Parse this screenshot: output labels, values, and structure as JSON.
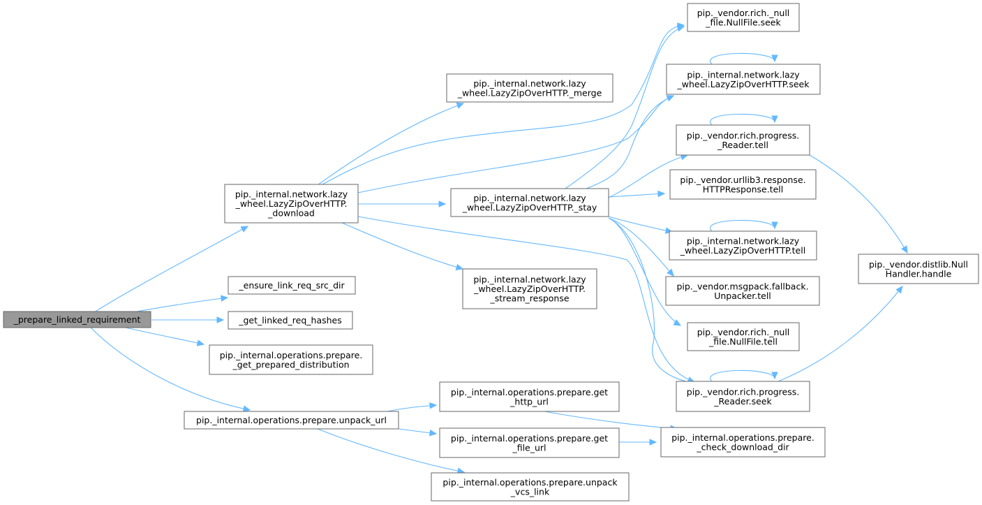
{
  "nodes": {
    "prepare_linked": {
      "lines": [
        "_prepare_linked_requirement"
      ],
      "root": true
    },
    "download": {
      "lines": [
        "pip._internal.network.lazy",
        "_wheel.LazyZipOverHTTP.",
        "_download"
      ]
    },
    "ensure_dir": {
      "lines": [
        "_ensure_link_req_src_dir"
      ]
    },
    "get_hashes": {
      "lines": [
        "_get_linked_req_hashes"
      ]
    },
    "get_prepared": {
      "lines": [
        "pip._internal.operations.prepare.",
        "_get_prepared_distribution"
      ]
    },
    "unpack_url": {
      "lines": [
        "pip._internal.operations.prepare.unpack_url"
      ]
    },
    "merge": {
      "lines": [
        "pip._internal.network.lazy",
        "_wheel.LazyZipOverHTTP._merge"
      ]
    },
    "stay": {
      "lines": [
        "pip._internal.network.lazy",
        "_wheel.LazyZipOverHTTP._stay"
      ]
    },
    "stream_response": {
      "lines": [
        "pip._internal.network.lazy",
        "_wheel.LazyZipOverHTTP.",
        "_stream_response"
      ]
    },
    "get_http_url": {
      "lines": [
        "pip._internal.operations.prepare.get",
        "_http_url"
      ]
    },
    "get_file_url": {
      "lines": [
        "pip._internal.operations.prepare.get",
        "_file_url"
      ]
    },
    "unpack_vcs": {
      "lines": [
        "pip._internal.operations.prepare.unpack",
        "_vcs_link"
      ]
    },
    "nullfile_seek": {
      "lines": [
        "pip._vendor.rich._null",
        "_file.NullFile.seek"
      ]
    },
    "lazy_seek": {
      "lines": [
        "pip._internal.network.lazy",
        "_wheel.LazyZipOverHTTP.seek"
      ]
    },
    "reader_tell": {
      "lines": [
        "pip._vendor.rich.progress.",
        "_Reader.tell"
      ]
    },
    "httpresp_tell": {
      "lines": [
        "pip._vendor.urllib3.response.",
        "HTTPResponse.tell"
      ]
    },
    "lazy_tell": {
      "lines": [
        "pip._internal.network.lazy",
        "_wheel.LazyZipOverHTTP.tell"
      ]
    },
    "unpacker_tell": {
      "lines": [
        "pip._vendor.msgpack.fallback.",
        "Unpacker.tell"
      ]
    },
    "nullfile_tell": {
      "lines": [
        "pip._vendor.rich._null",
        "_file.NullFile.tell"
      ]
    },
    "reader_seek": {
      "lines": [
        "pip._vendor.rich.progress.",
        "_Reader.seek"
      ]
    },
    "check_download": {
      "lines": [
        "pip._internal.operations.prepare.",
        "_check_download_dir"
      ]
    },
    "nullhandler": {
      "lines": [
        "pip._vendor.distlib.Null",
        "Handler.handle"
      ]
    }
  },
  "edges": [
    {
      "from": "prepare_linked",
      "to": "download"
    },
    {
      "from": "prepare_linked",
      "to": "ensure_dir"
    },
    {
      "from": "prepare_linked",
      "to": "get_hashes"
    },
    {
      "from": "prepare_linked",
      "to": "get_prepared"
    },
    {
      "from": "prepare_linked",
      "to": "unpack_url"
    },
    {
      "from": "download",
      "to": "merge"
    },
    {
      "from": "download",
      "to": "nullfile_seek"
    },
    {
      "from": "download",
      "to": "lazy_seek"
    },
    {
      "from": "download",
      "to": "stay"
    },
    {
      "from": "download",
      "to": "stream_response"
    },
    {
      "from": "download",
      "to": "reader_seek"
    },
    {
      "from": "stay",
      "to": "nullfile_seek"
    },
    {
      "from": "stay",
      "to": "lazy_seek"
    },
    {
      "from": "stay",
      "to": "reader_tell"
    },
    {
      "from": "stay",
      "to": "httpresp_tell"
    },
    {
      "from": "stay",
      "to": "lazy_tell"
    },
    {
      "from": "stay",
      "to": "unpacker_tell"
    },
    {
      "from": "stay",
      "to": "nullfile_tell"
    },
    {
      "from": "stay",
      "to": "reader_seek"
    },
    {
      "from": "lazy_seek",
      "to": "lazy_seek"
    },
    {
      "from": "reader_tell",
      "to": "reader_tell"
    },
    {
      "from": "lazy_tell",
      "to": "lazy_tell"
    },
    {
      "from": "reader_seek",
      "to": "reader_seek"
    },
    {
      "from": "reader_tell",
      "to": "nullhandler"
    },
    {
      "from": "reader_seek",
      "to": "nullhandler"
    },
    {
      "from": "unpack_url",
      "to": "get_http_url"
    },
    {
      "from": "unpack_url",
      "to": "get_file_url"
    },
    {
      "from": "unpack_url",
      "to": "unpack_vcs"
    },
    {
      "from": "get_http_url",
      "to": "check_download"
    },
    {
      "from": "get_file_url",
      "to": "check_download"
    }
  ]
}
